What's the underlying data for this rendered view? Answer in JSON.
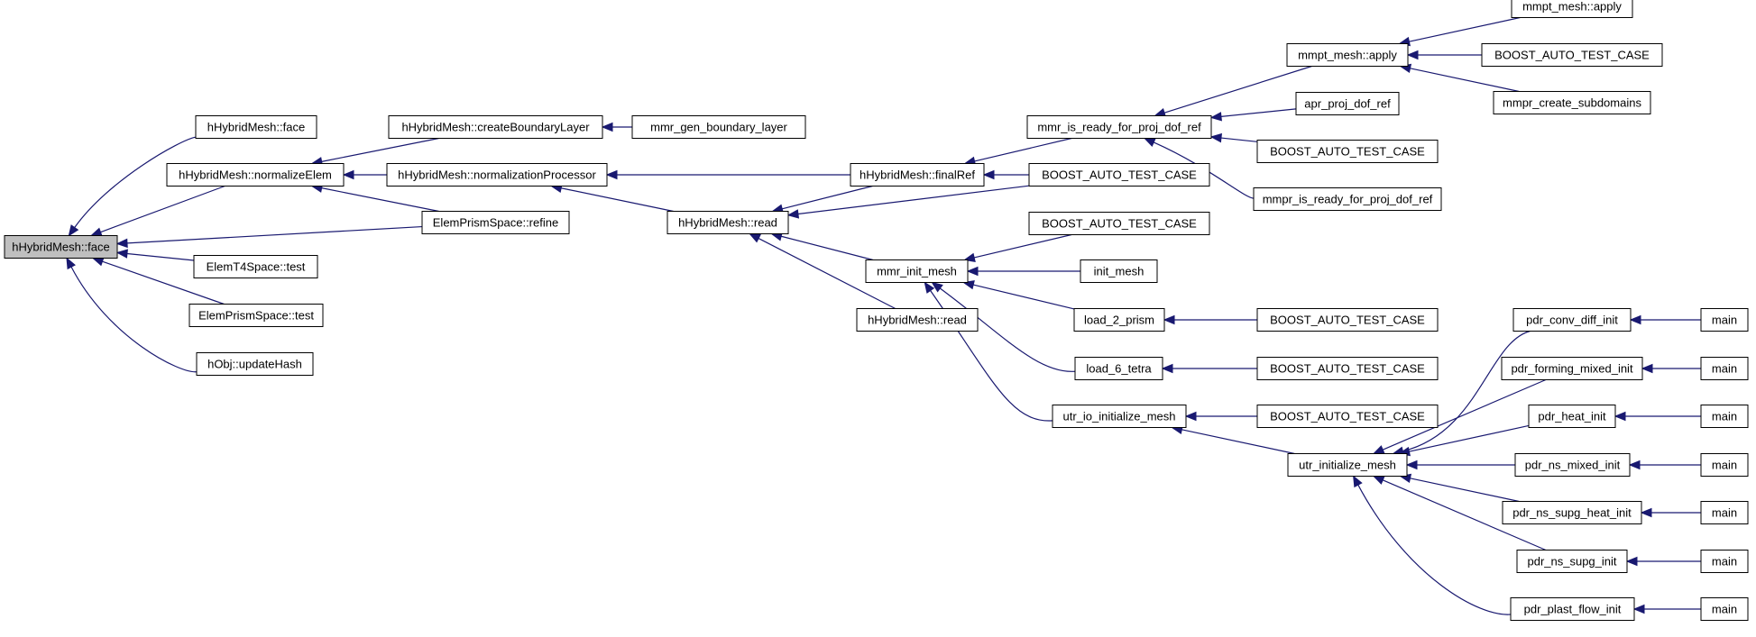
{
  "graph": {
    "edge_color": "#191970",
    "root_fill": "#bfbfbf",
    "nodes": [
      {
        "id": "root",
        "label": "hHybridMesh::face"
      },
      {
        "id": "face2",
        "label": "hHybridMesh::face"
      },
      {
        "id": "normElem",
        "label": "hHybridMesh::normalizeElem"
      },
      {
        "id": "elemT4",
        "label": "ElemT4Space::test"
      },
      {
        "id": "elemPrismTest",
        "label": "ElemPrismSpace::test"
      },
      {
        "id": "hObj",
        "label": "hObj::updateHash"
      },
      {
        "id": "createBL",
        "label": "hHybridMesh::createBoundaryLayer"
      },
      {
        "id": "normProc",
        "label": "hHybridMesh::normalizationProcessor"
      },
      {
        "id": "prismRefine",
        "label": "ElemPrismSpace::refine"
      },
      {
        "id": "mmrGenBL",
        "label": "mmr_gen_boundary_layer"
      },
      {
        "id": "read",
        "label": "hHybridMesh::read"
      },
      {
        "id": "finalRef",
        "label": "hHybridMesh::finalRef"
      },
      {
        "id": "mmrInit",
        "label": "mmr_init_mesh"
      },
      {
        "id": "read2",
        "label": "hHybridMesh::read"
      },
      {
        "id": "mmrReady",
        "label": "mmr_is_ready_for_proj_dof_ref"
      },
      {
        "id": "boost1",
        "label": "BOOST_AUTO_TEST_CASE"
      },
      {
        "id": "boost2",
        "label": "BOOST_AUTO_TEST_CASE"
      },
      {
        "id": "initMesh",
        "label": "init_mesh"
      },
      {
        "id": "load2",
        "label": "load_2_prism"
      },
      {
        "id": "load6",
        "label": "load_6_tetra"
      },
      {
        "id": "utrIO",
        "label": "utr_io_initialize_mesh"
      },
      {
        "id": "mmptApply",
        "label": "mmpt_mesh::apply"
      },
      {
        "id": "aprProj",
        "label": "apr_proj_dof_ref"
      },
      {
        "id": "boost3",
        "label": "BOOST_AUTO_TEST_CASE"
      },
      {
        "id": "mmprReady",
        "label": "mmpr_is_ready_for_proj_dof_ref"
      },
      {
        "id": "boost4",
        "label": "BOOST_AUTO_TEST_CASE"
      },
      {
        "id": "boost5",
        "label": "BOOST_AUTO_TEST_CASE"
      },
      {
        "id": "boost6",
        "label": "BOOST_AUTO_TEST_CASE"
      },
      {
        "id": "utrInit",
        "label": "utr_initialize_mesh"
      },
      {
        "id": "mmptApply2",
        "label": "mmpt_mesh::apply"
      },
      {
        "id": "boost7",
        "label": "BOOST_AUTO_TEST_CASE"
      },
      {
        "id": "mmprSub",
        "label": "mmpr_create_subdomains"
      },
      {
        "id": "pdrConv",
        "label": "pdr_conv_diff_init"
      },
      {
        "id": "pdrForming",
        "label": "pdr_forming_mixed_init"
      },
      {
        "id": "pdrHeat",
        "label": "pdr_heat_init"
      },
      {
        "id": "pdrNsMixed",
        "label": "pdr_ns_mixed_init"
      },
      {
        "id": "pdrNsSupgHeat",
        "label": "pdr_ns_supg_heat_init"
      },
      {
        "id": "pdrNsSupg",
        "label": "pdr_ns_supg_init"
      },
      {
        "id": "pdrPlast",
        "label": "pdr_plast_flow_init"
      },
      {
        "id": "main1",
        "label": "main"
      },
      {
        "id": "main2",
        "label": "main"
      },
      {
        "id": "main3",
        "label": "main"
      },
      {
        "id": "main4",
        "label": "main"
      },
      {
        "id": "main5",
        "label": "main"
      },
      {
        "id": "main6",
        "label": "main"
      },
      {
        "id": "main7",
        "label": "main"
      }
    ],
    "edges": [
      {
        "from": "face2",
        "to": "root"
      },
      {
        "from": "normElem",
        "to": "root"
      },
      {
        "from": "prismRefine",
        "to": "root"
      },
      {
        "from": "elemT4",
        "to": "root"
      },
      {
        "from": "elemPrismTest",
        "to": "root"
      },
      {
        "from": "hObj",
        "to": "root"
      },
      {
        "from": "createBL",
        "to": "normElem"
      },
      {
        "from": "normProc",
        "to": "normElem"
      },
      {
        "from": "prismRefine",
        "to": "normElem"
      },
      {
        "from": "mmrGenBL",
        "to": "createBL"
      },
      {
        "from": "finalRef",
        "to": "normProc"
      },
      {
        "from": "read",
        "to": "normProc"
      },
      {
        "from": "finalRef",
        "to": "read"
      },
      {
        "from": "boost2",
        "to": "read"
      },
      {
        "from": "mmrInit",
        "to": "read"
      },
      {
        "from": "read2",
        "to": "read"
      },
      {
        "from": "mmrReady",
        "to": "finalRef"
      },
      {
        "from": "boost2",
        "to": "finalRef"
      },
      {
        "from": "mmptApply",
        "to": "mmrReady"
      },
      {
        "from": "aprProj",
        "to": "mmrReady"
      },
      {
        "from": "boost3",
        "to": "mmrReady"
      },
      {
        "from": "mmprReady",
        "to": "mmrReady"
      },
      {
        "from": "mmptApply2",
        "to": "mmptApply"
      },
      {
        "from": "boost7",
        "to": "mmptApply"
      },
      {
        "from": "mmprSub",
        "to": "mmptApply"
      },
      {
        "from": "boost1",
        "to": "mmrInit"
      },
      {
        "from": "initMesh",
        "to": "mmrInit"
      },
      {
        "from": "load2",
        "to": "mmrInit"
      },
      {
        "from": "load6",
        "to": "mmrInit"
      },
      {
        "from": "utrIO",
        "to": "mmrInit"
      },
      {
        "from": "boost4",
        "to": "load2"
      },
      {
        "from": "boost5",
        "to": "load6"
      },
      {
        "from": "boost6",
        "to": "utrIO"
      },
      {
        "from": "utrInit",
        "to": "utrIO"
      },
      {
        "from": "pdrConv",
        "to": "utrInit"
      },
      {
        "from": "pdrForming",
        "to": "utrInit"
      },
      {
        "from": "pdrHeat",
        "to": "utrInit"
      },
      {
        "from": "pdrNsMixed",
        "to": "utrInit"
      },
      {
        "from": "pdrNsSupgHeat",
        "to": "utrInit"
      },
      {
        "from": "pdrNsSupg",
        "to": "utrInit"
      },
      {
        "from": "pdrPlast",
        "to": "utrInit"
      },
      {
        "from": "main1",
        "to": "pdrConv"
      },
      {
        "from": "main2",
        "to": "pdrForming"
      },
      {
        "from": "main3",
        "to": "pdrHeat"
      },
      {
        "from": "main4",
        "to": "pdrNsMixed"
      },
      {
        "from": "main5",
        "to": "pdrNsSupgHeat"
      },
      {
        "from": "main6",
        "to": "pdrNsSupg"
      },
      {
        "from": "main7",
        "to": "pdrPlast"
      }
    ]
  }
}
